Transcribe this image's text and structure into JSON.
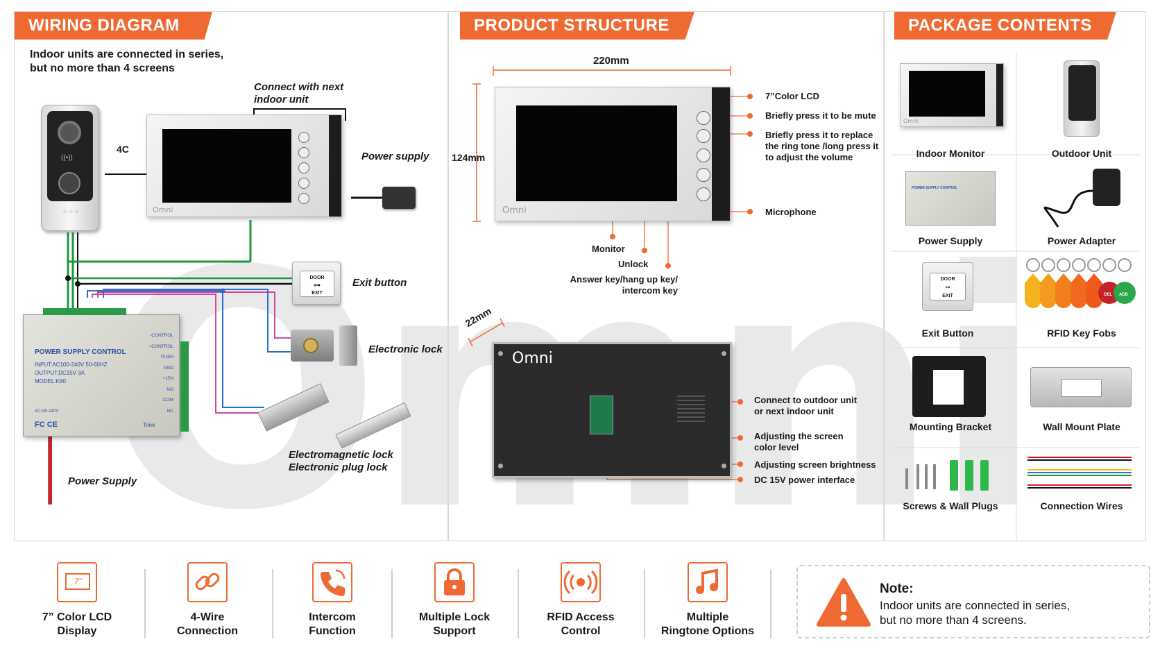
{
  "wiring": {
    "title": "WIRING DIAGRAM",
    "intro_line1": "Indoor units are connected in series,",
    "intro_line2": "but no more than 4 screens",
    "connect_next_line1": "Connect with next",
    "connect_next_line2": "indoor unit",
    "label_4c": "4C",
    "power_supply_label": "Power supply",
    "exit_button_label": "Exit button",
    "electronic_lock_label": "Electronic lock",
    "em_lock_line1": "Electromagnetic lock",
    "em_lock_line2": "Electronic plug lock",
    "power_supply_bottom": "Power Supply",
    "psu": {
      "title": "POWER SUPPLY CONTROL",
      "input": "INPUT:AC100-240V 50-60HZ",
      "output": "OUTPUT:DC15V 3A",
      "model": "MODEL:K80",
      "ac": "AC100-240V",
      "brand": "Time",
      "terminals": [
        "-CONTROL",
        "+CONTROL",
        "PUSH",
        "GND",
        "+15V",
        "NO",
        "COM",
        "NC"
      ]
    },
    "monitor_logo": "Omni",
    "exit_btn_text1": "DOOR",
    "exit_btn_text2": "EXIT"
  },
  "structure": {
    "title": "PRODUCT STRUCTURE",
    "width_dim": "220mm",
    "height_dim": "124mm",
    "depth_dim": "22mm",
    "front_callouts": [
      "7”Color LCD",
      "Briefly press it to be mute",
      "Briefly press it to replace",
      "the ring tone /long press it",
      "to adjust the volume",
      "Microphone"
    ],
    "bottom_callouts": {
      "monitor": "Monitor",
      "unlock": "Unlock",
      "answer_line1": "Answer key/hang up key/",
      "answer_line2": "intercom key"
    },
    "back_callouts": [
      "Connect to outdoor unit",
      "or next indoor unit",
      "Adjusting the screen",
      "color level",
      "Adjusting screen brightness",
      "DC 15V power interface"
    ],
    "logo": "Omni"
  },
  "package": {
    "title": "PACKAGE CONTENTS",
    "items": [
      "Indoor Monitor",
      "Outdoor Unit",
      "Power Supply",
      "Power Adapter",
      "Exit Button",
      "RFID Key Fobs",
      "Mounting Bracket",
      "Wall Mount Plate",
      "Screws & Wall Plugs",
      "Connection Wires"
    ],
    "psu_title": "POWER SUPPLY CONTROL",
    "fob_labels": [
      "DEL",
      "ADD"
    ],
    "logo": "Omni"
  },
  "features": [
    {
      "icon": "lcd-icon",
      "line1": "7” Color LCD",
      "line2": "Display",
      "glyph": "7”"
    },
    {
      "icon": "link-icon",
      "line1": "4-Wire",
      "line2": "Connection"
    },
    {
      "icon": "phone-icon",
      "line1": "Intercom",
      "line2": "Function"
    },
    {
      "icon": "lock-icon",
      "line1": "Multiple Lock",
      "line2": "Support"
    },
    {
      "icon": "rfid-icon",
      "line1": "RFID Access",
      "line2": "Control"
    },
    {
      "icon": "music-icon",
      "line1": "Multiple",
      "line2": "Ringtone Options"
    }
  ],
  "note": {
    "title": "Note:",
    "line1": "Indoor units are connected in series,",
    "line2": "but no more than 4 screens."
  },
  "watermark": "Omni",
  "colors": {
    "accent": "#ef6a33",
    "wire_green": "#1a9a3a",
    "wire_red": "#d21f2a",
    "wire_blue": "#2a6fd6",
    "wire_pink": "#d04aa0"
  }
}
